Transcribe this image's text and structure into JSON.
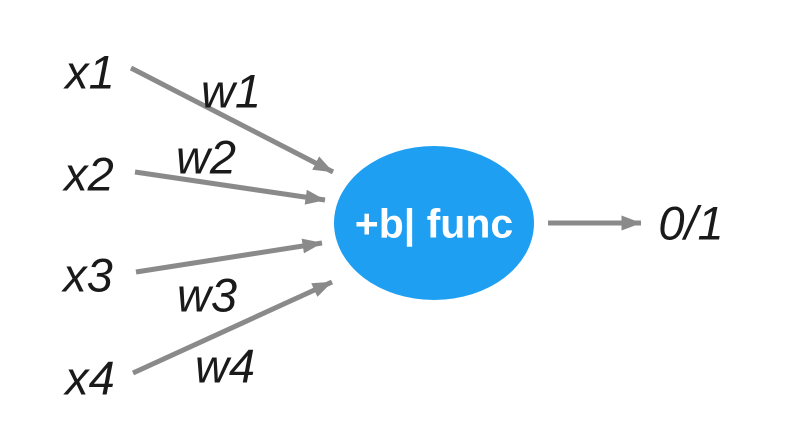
{
  "colors": {
    "background": "#FFFFFF",
    "arrow": "#8A8A8A",
    "label_text": "#1A1A1A",
    "node_fill": "#1E9FF2",
    "node_text": "#FFFFFF"
  },
  "diagram": {
    "inputs": [
      {
        "label": "x1",
        "weight": "w1"
      },
      {
        "label": "x2",
        "weight": "w2"
      },
      {
        "label": "x3",
        "weight": "w3"
      },
      {
        "label": "x4",
        "weight": "w4"
      }
    ],
    "node": {
      "label": "+b| func"
    },
    "output": {
      "label": "0/1"
    }
  }
}
